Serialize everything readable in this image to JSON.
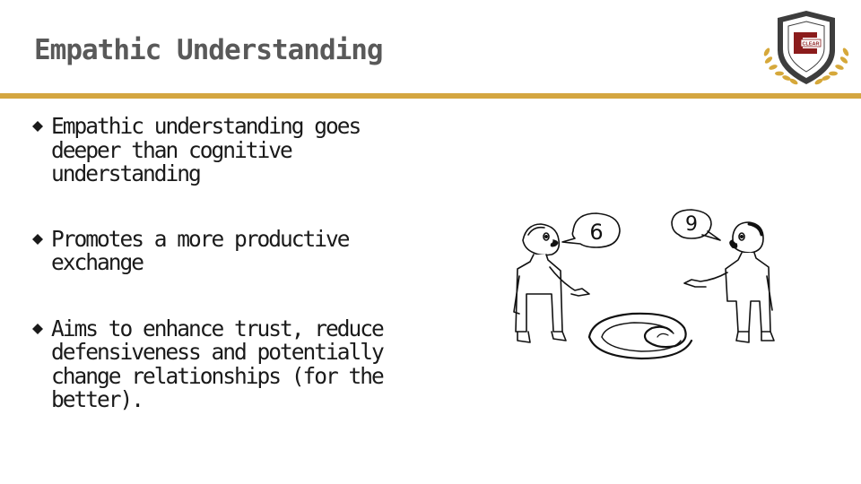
{
  "slide": {
    "title": "Empathic Understanding",
    "bullets": [
      "Empathic understanding goes deeper than cognitive understanding",
      "Promotes a more productive exchange",
      "Aims to enhance trust, reduce defensiveness and potentially change relationships (for the better)."
    ],
    "logo_text": "CLEAR",
    "cartoon_bubble_left": "6",
    "cartoon_bubble_right": "9",
    "cartoon_floor_numeral": "6"
  },
  "colors": {
    "accent_rule": "#d4a640",
    "title_text": "#595959",
    "logo_shield": "#3d3d3d",
    "logo_maroon": "#8b1c1c",
    "laurel": "#d6a83a"
  }
}
